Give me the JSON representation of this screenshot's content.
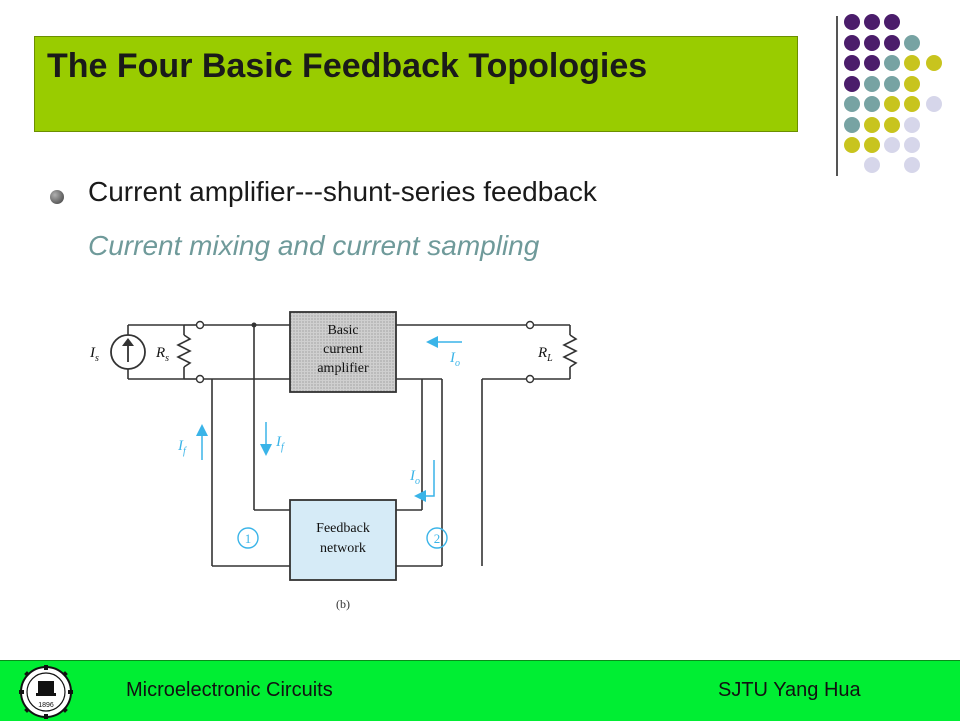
{
  "slide": {
    "title": "The Four Basic Feedback Topologies",
    "bullet": "Current amplifier---shunt-series feedback",
    "subtext": "Current mixing and current sampling"
  },
  "circuit": {
    "source_label": "I",
    "source_sub": "s",
    "rs_label": "R",
    "rs_sub": "s",
    "rl_label": "R",
    "rl_sub": "L",
    "amp_line1": "Basic",
    "amp_line2": "current",
    "amp_line3": "amplifier",
    "fb_line1": "Feedback",
    "fb_line2": "network",
    "io_label": "I",
    "io_sub": "o",
    "io2_label": "I",
    "io2_sub": "o",
    "if_label": "I",
    "if_sub": "f",
    "if2_label": "I",
    "if2_sub": "f",
    "port1": "1",
    "port2": "2",
    "caption": "(b)"
  },
  "footer": {
    "left": "Microelectronic Circuits",
    "right": "SJTU  Yang Hua",
    "logo_year": "1896"
  },
  "colors": {
    "title_bg": "#99cc00",
    "footer_bg": "#00ee33",
    "subtext": "#6f9a9a",
    "arrow_blue": "#3ab4e8",
    "dot_purple": "#4b1d6b",
    "dot_teal": "#77a3a3",
    "dot_olive": "#c8c41e",
    "dot_lavender": "#d6d6ea"
  }
}
